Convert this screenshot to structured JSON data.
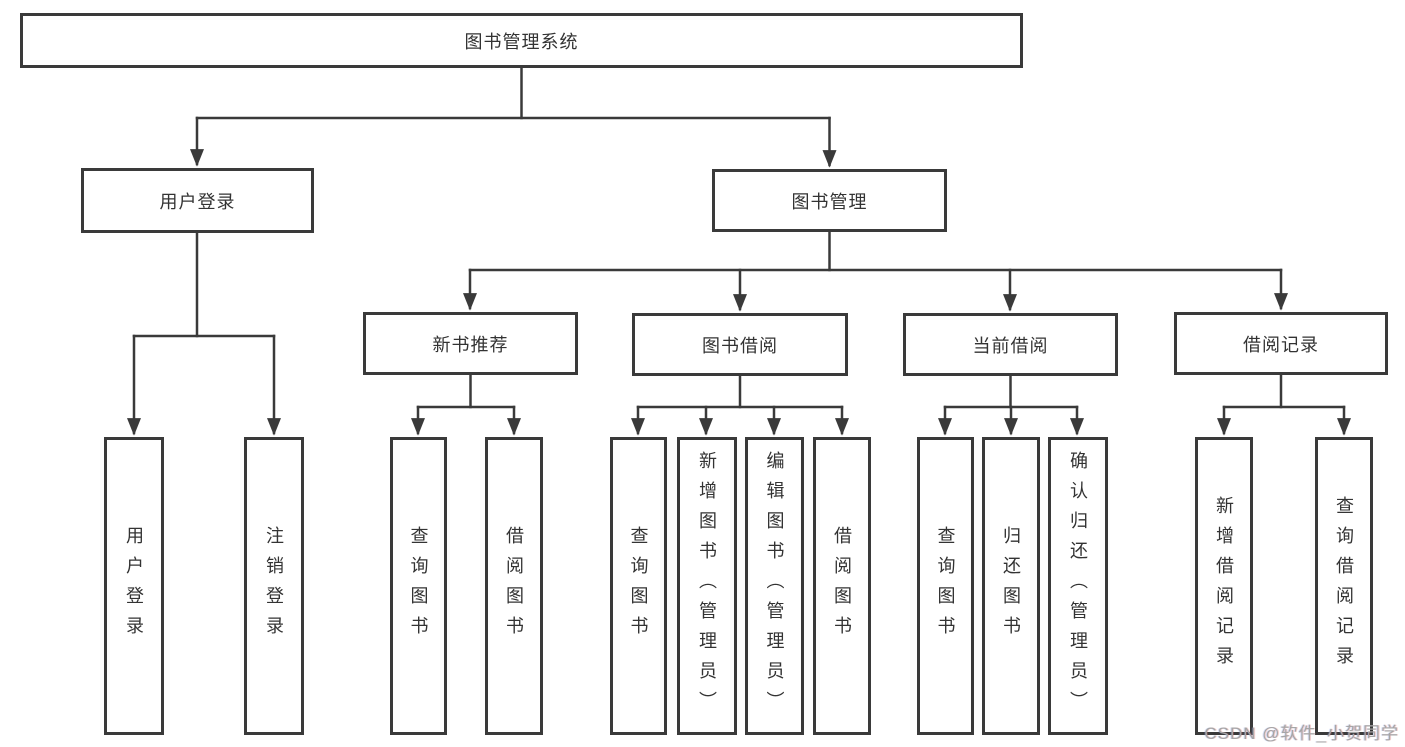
{
  "tree": {
    "root": {
      "label": "图书管理系统",
      "children": [
        {
          "label": "用户登录",
          "children": [
            {
              "label": "用户登录"
            },
            {
              "label": "注销登录"
            }
          ]
        },
        {
          "label": "图书管理",
          "children": [
            {
              "label": "新书推荐",
              "children": [
                {
                  "label": "查询图书"
                },
                {
                  "label": "借阅图书"
                }
              ]
            },
            {
              "label": "图书借阅",
              "children": [
                {
                  "label": "查询图书"
                },
                {
                  "label": "新增图书（管理员）"
                },
                {
                  "label": "编辑图书（管理员）"
                },
                {
                  "label": "借阅图书"
                }
              ]
            },
            {
              "label": "当前借阅",
              "children": [
                {
                  "label": "查询图书"
                },
                {
                  "label": "归还图书"
                },
                {
                  "label": "确认归还（管理员）"
                }
              ]
            },
            {
              "label": "借阅记录",
              "children": [
                {
                  "label": "新增借阅记录"
                },
                {
                  "label": "查询借阅记录"
                }
              ]
            }
          ]
        }
      ]
    }
  },
  "watermark": {
    "text": "CSDN @软件_小贺同学"
  },
  "colors": {
    "line": "#3a3a3a",
    "border": "#3a3a3a",
    "text": "#333333",
    "background": "#ffffff",
    "watermark": "#a6a6a6"
  }
}
